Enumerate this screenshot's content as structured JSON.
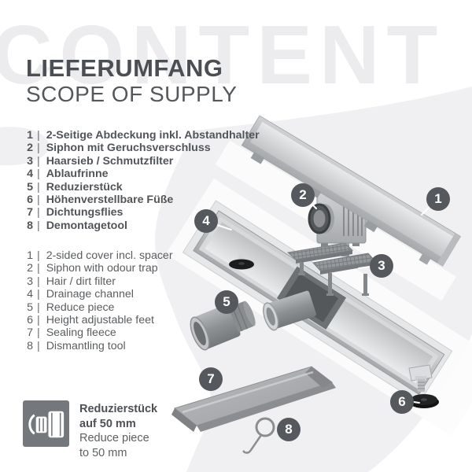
{
  "watermark": "CONTENT",
  "header": {
    "title_de": "LIEFERUMFANG",
    "title_en": "SCOPE OF SUPPLY"
  },
  "lists": {
    "separator": "|",
    "german": [
      {
        "num": "1",
        "label": "2-Seitige Abdeckung inkl. Abstandhalter"
      },
      {
        "num": "2",
        "label": "Siphon mit Geruchsverschluss"
      },
      {
        "num": "3",
        "label": "Haarsieb / Schmutzfilter"
      },
      {
        "num": "4",
        "label": "Ablaufrinne"
      },
      {
        "num": "5",
        "label": "Reduzierstück"
      },
      {
        "num": "6",
        "label": "Höhenverstellbare Füße"
      },
      {
        "num": "7",
        "label": "Dichtungsflies"
      },
      {
        "num": "8",
        "label": "Demontagetool"
      }
    ],
    "english": [
      {
        "num": "1",
        "label": "2-sided cover incl. spacer"
      },
      {
        "num": "2",
        "label": "Siphon with odour trap"
      },
      {
        "num": "3",
        "label": "Hair / dirt filter"
      },
      {
        "num": "4",
        "label": "Drainage channel"
      },
      {
        "num": "5",
        "label": "Reduce piece"
      },
      {
        "num": "6",
        "label": "Height adjustable feet"
      },
      {
        "num": "7",
        "label": "Sealing fleece"
      },
      {
        "num": "8",
        "label": "Dismantling tool"
      }
    ]
  },
  "diagram": {
    "badges": [
      {
        "number": "1",
        "part": "cover"
      },
      {
        "number": "2",
        "part": "siphon"
      },
      {
        "number": "3",
        "part": "hair-filter"
      },
      {
        "number": "4",
        "part": "drainage-channel"
      },
      {
        "number": "5",
        "part": "reduce-piece"
      },
      {
        "number": "6",
        "part": "adjustable-foot"
      },
      {
        "number": "7",
        "part": "sealing-fleece"
      },
      {
        "number": "8",
        "part": "dismantling-tool"
      }
    ]
  },
  "legend": {
    "icon": "reducer-icon",
    "lines": [
      {
        "text": "Reduzierstück"
      },
      {
        "text": "auf 50 mm"
      },
      {
        "text": "Reduce piece"
      },
      {
        "text": "to 50 mm"
      }
    ]
  },
  "colors": {
    "badge": "#55585c",
    "title": "#4b4e52",
    "watermark": "#ececee",
    "swoosh": "#f0f0f2",
    "legend_icon_bg": "#74787c"
  }
}
